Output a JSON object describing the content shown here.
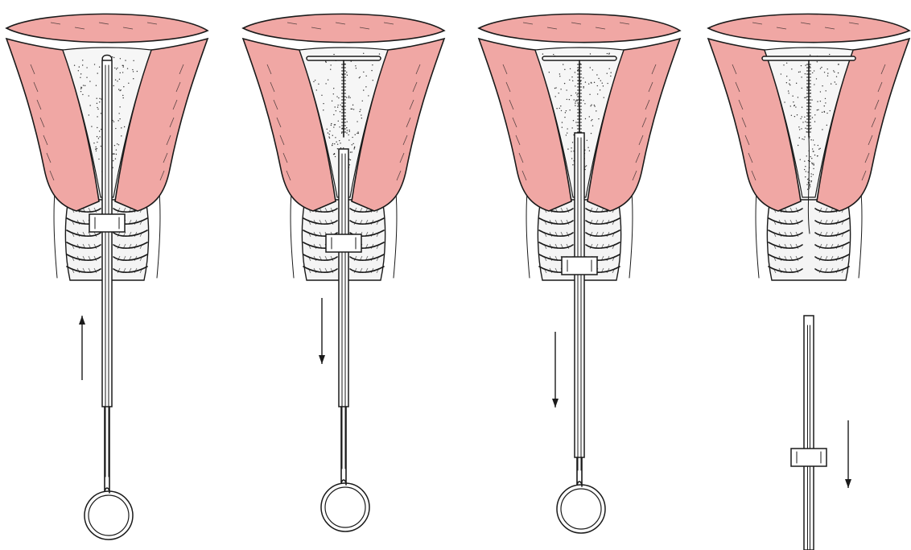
{
  "colors": {
    "tissue": "#f0a7a4",
    "tissue_edge": "#1a1a1a",
    "cavity": "#f6f6f6",
    "ink": "#1a1a1a",
    "background": "#ffffff"
  },
  "stages": [
    {
      "id": "stage-1",
      "iud_state": "folded-in-tube",
      "arrow": "up",
      "tube": "fully-inserted",
      "plunger": "inside"
    },
    {
      "id": "stage-2",
      "iud_state": "arms-released",
      "arrow": "down",
      "tube": "withdrawn-slightly",
      "plunger": "inside"
    },
    {
      "id": "stage-3",
      "iud_state": "arms-released",
      "arrow": "down",
      "tube": "withdrawn-more",
      "plunger": "inside"
    },
    {
      "id": "stage-4",
      "iud_state": "in-place-threads-cut",
      "arrow": "down",
      "tube": "removed",
      "plunger": "removed"
    }
  ],
  "icons": {
    "arrow_up": "arrow-up-icon",
    "arrow_down": "arrow-down-icon"
  }
}
